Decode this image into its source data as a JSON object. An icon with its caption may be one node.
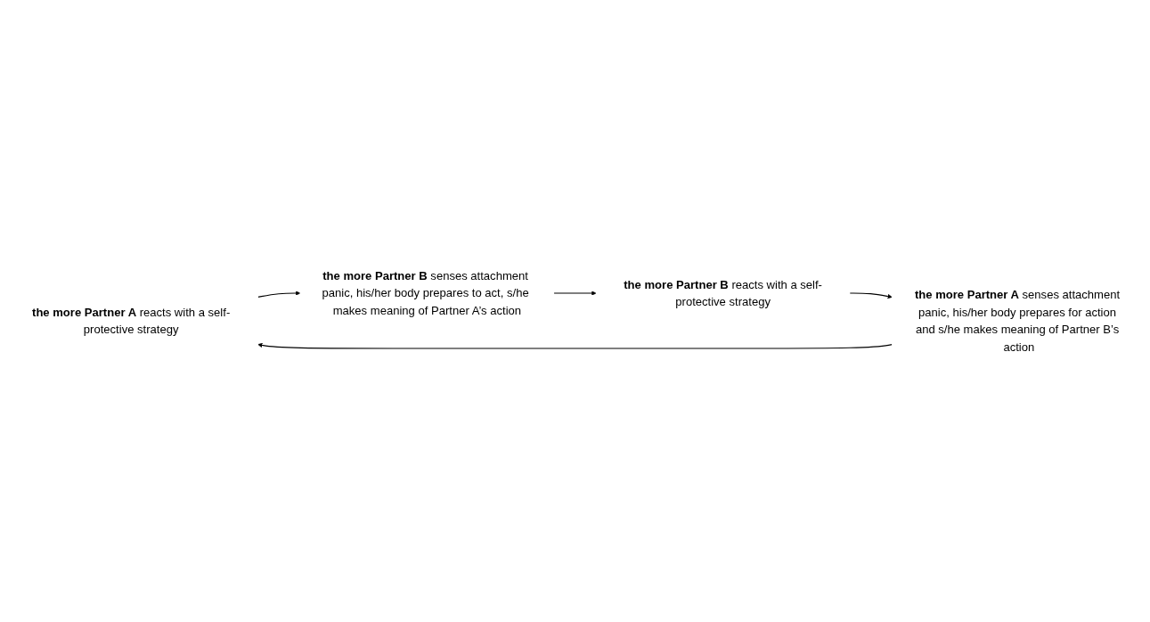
{
  "diagram": {
    "nodes": [
      {
        "text": [
          "**the more Partner A** reacts with a self-protective strategy"
        ]
      },
      {
        "text": [
          "**the more Partner B** senses attachment panic, his/her body prepares to act, s/he makes meaning of Partner A’s action"
        ]
      },
      {
        "text": [
          "**the more Partner B** reacts with a self-protective strategy"
        ]
      },
      {
        "text": [
          "**the more Partner A** senses attachment panic, his/her body prepares for action and s/he makes meaning of Partner B’s action"
        ]
      }
    ],
    "edges": [
      {
        "from": 0,
        "to": 1,
        "arrow": "to"
      },
      {
        "from": 1,
        "to": 2,
        "arrow": "to"
      },
      {
        "from": 2,
        "to": 3,
        "arrow": "to"
      },
      {
        "from": 3,
        "to": 0,
        "arrow": "to"
      }
    ]
  }
}
